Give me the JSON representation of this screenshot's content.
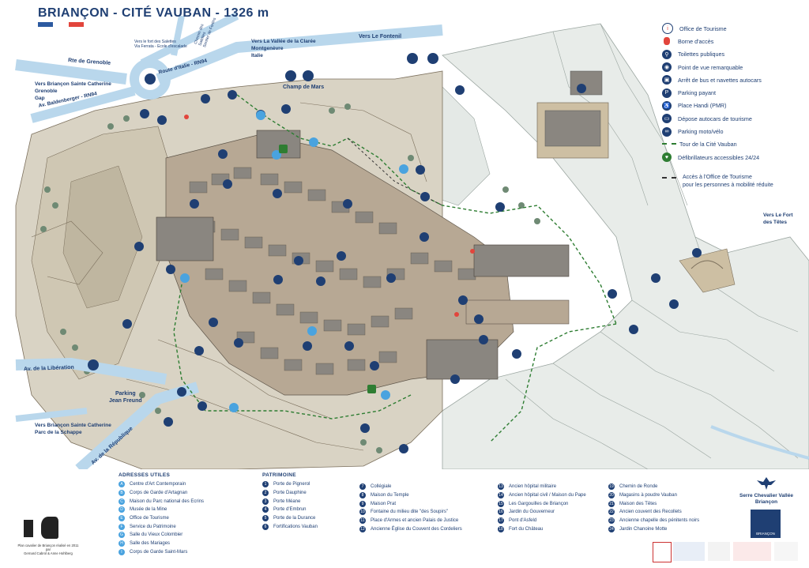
{
  "header": {
    "title": "BRIANÇON - CITÉ VAUBAN - 1326 m",
    "flag_colors": [
      "#2c5aa0",
      "#ffffff",
      "#e2453c"
    ]
  },
  "colors": {
    "road": "#b9d7ec",
    "mountain": "#e6ebe7",
    "rock_line": "#9aa5a0",
    "fortress_wall": "#cdbfa3",
    "roof": "#8a8680",
    "tree": "#6f8a74",
    "green_route": "#2e7d32",
    "marker": "#1f3f73",
    "accent_red": "#e2453c"
  },
  "roads": [
    {
      "id": "rte-grenoble",
      "label": "Rte de Grenoble"
    },
    {
      "id": "route-italie",
      "label": "Route d'Italie - RN94"
    },
    {
      "id": "baldenberger",
      "label": "Av. Baldenberger - RN94"
    },
    {
      "id": "liberation",
      "label": "Av. de la Libération"
    },
    {
      "id": "republique",
      "label": "Av. de la République"
    }
  ],
  "directions": {
    "salettes": "Vers le fort des Salettes\nVia Ferrata - Ecole d'escalade",
    "clarée": "Vers La Vallée de la Clarée\nMontgenèvre\nItalie",
    "fontenil": "Vers Le Fontenil",
    "sainte_catherine_top": "Vers Briançon Sainte Catherine\nGrenoble\nGap",
    "sainte_catherine_bottom": "Vers Briançon Sainte Catherine\nParc de la Schappe",
    "fort_tetes": "Vers Le Fort\ndes Têtes",
    "chemin_salettes": "Chemin des Salettes\nSentier de Fortins"
  },
  "place_labels": {
    "champ_de_mars": "Champ de Mars",
    "parking_jean_freund": "Parking\nJean Freund"
  },
  "legend": [
    {
      "icon": "tourist-office-icon",
      "label": "Office de Tourisme",
      "kind": "tourism"
    },
    {
      "icon": "access-post-icon",
      "label": "Borne d'accès",
      "kind": "red"
    },
    {
      "icon": "toilets-icon",
      "label": "Toilettes publiques",
      "kind": "dark"
    },
    {
      "icon": "viewpoint-icon",
      "label": "Point de vue remarquable",
      "kind": "dark"
    },
    {
      "icon": "bus-stop-icon",
      "label": "Arrêt de bus et navettes autocars",
      "kind": "dark"
    },
    {
      "icon": "parking-icon",
      "label": "Parking payant",
      "kind": "dark"
    },
    {
      "icon": "disabled-parking-icon",
      "label": "Place Handi (PMR)",
      "kind": "dark"
    },
    {
      "icon": "coach-dropoff-icon",
      "label": "Dépose autocars de tourisme",
      "kind": "dark"
    },
    {
      "icon": "bike-parking-icon",
      "label": "Parking moto/vélo",
      "kind": "dark"
    },
    {
      "icon": "walking-tour-icon",
      "label": "Tour de la Cité Vauban",
      "kind": "dash-green"
    },
    {
      "icon": "defibrillator-icon",
      "label": "Défibrillateurs accessibles 24/24",
      "kind": "green"
    }
  ],
  "access_note": "Accès à l'Office de Tourisme\npour les personnes à mobilité réduite",
  "bottom": {
    "adresses_title": "ADRESSES UTILES",
    "adresses": [
      {
        "mark": "A",
        "label": "Centre d'Art Contemporain"
      },
      {
        "mark": "B",
        "label": "Corps de Garde d'Artagnan"
      },
      {
        "mark": "C",
        "label": "Maison du Parc national des Ecrins"
      },
      {
        "mark": "D",
        "label": "Musée de la Mine"
      },
      {
        "mark": "E",
        "label": "Office de Tourisme"
      },
      {
        "mark": "F",
        "label": "Service du Patrimoine"
      },
      {
        "mark": "G",
        "label": "Salle du Vieux Colombier"
      },
      {
        "mark": "H",
        "label": "Salle des Mariages"
      },
      {
        "mark": "I",
        "label": "Corps de Garde Saint-Mars"
      }
    ],
    "patrimoine_title": "PATRIMOINE",
    "patrimoine_col1": [
      {
        "mark": "1",
        "label": "Porte de Pignerol"
      },
      {
        "mark": "2",
        "label": "Porte Dauphine"
      },
      {
        "mark": "3",
        "label": "Porte Méane"
      },
      {
        "mark": "4",
        "label": "Porte d'Embrun"
      },
      {
        "mark": "5",
        "label": "Porte de la Durance"
      },
      {
        "mark": "6",
        "label": "Fortifications Vauban"
      }
    ],
    "patrimoine_col2": [
      {
        "mark": "7",
        "label": "Collégiale"
      },
      {
        "mark": "8",
        "label": "Maison du Temple"
      },
      {
        "mark": "9",
        "label": "Maison Prat"
      },
      {
        "mark": "10",
        "label": "Fontaine du milieu dite \"des Soupirs\""
      },
      {
        "mark": "11",
        "label": "Place d'Armes et ancien Palais de Justice"
      },
      {
        "mark": "12",
        "label": "Ancienne Église du Couvent des Cordeliers"
      }
    ],
    "patrimoine_col3": [
      {
        "mark": "13",
        "label": "Ancien hôpital militaire"
      },
      {
        "mark": "14",
        "label": "Ancien hôpital civil / Maison du Pape"
      },
      {
        "mark": "15",
        "label": "Les Gargouilles de Briançon"
      },
      {
        "mark": "16",
        "label": "Jardin du Gouverneur"
      },
      {
        "mark": "17",
        "label": "Pont d'Asfeld"
      },
      {
        "mark": "18",
        "label": "Fort du Château"
      }
    ],
    "patrimoine_col4": [
      {
        "mark": "19",
        "label": "Chemin de Ronde"
      },
      {
        "mark": "20",
        "label": "Magasins à poudre Vauban"
      },
      {
        "mark": "21",
        "label": "Maison des Têtes"
      },
      {
        "mark": "22",
        "label": "Ancien couvent des Recollets"
      },
      {
        "mark": "23",
        "label": "Ancienne chapelle des pénitents noirs"
      },
      {
        "mark": "24",
        "label": "Jardin Chanoine Motte"
      }
    ],
    "brand_name": "Serre Chevalier Vallée\nBriançon",
    "brand_box": "BRIANÇON",
    "credits": "Plan cavalier de Briançon réalisé en 2011 par\nGernard Cabrol & Anne Hohlberg"
  }
}
